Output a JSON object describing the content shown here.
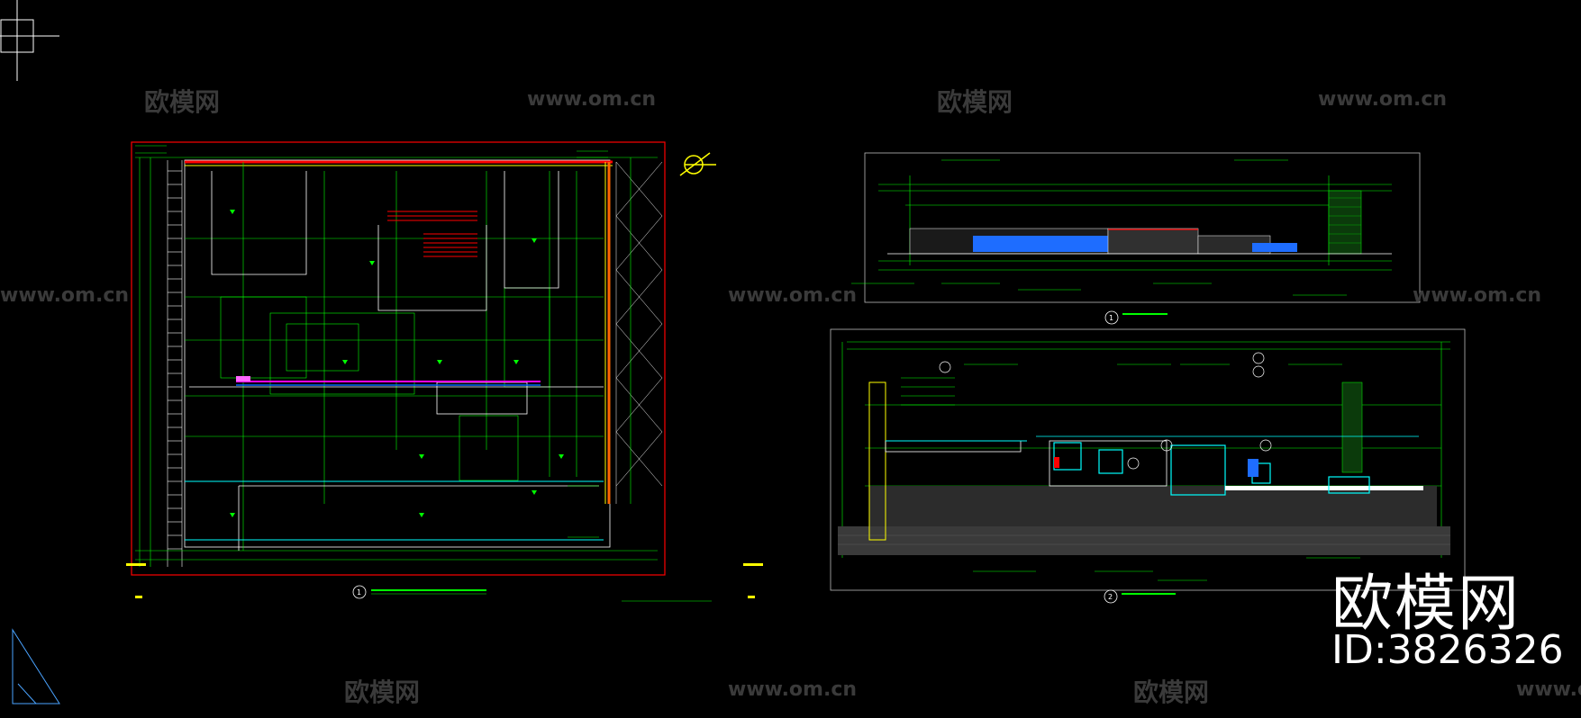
{
  "watermarks": {
    "brand": "欧模网",
    "url": "www.om.cn"
  },
  "logo": {
    "text": "欧模网",
    "id": "ID:3826326"
  },
  "drawings": {
    "plan_number": "1",
    "elevation_number": "1",
    "section_number": "2"
  },
  "colors": {
    "background": "#000000",
    "cad_green": "#00ff00",
    "cad_red": "#ff0000",
    "cad_yellow": "#ffff00",
    "cad_blue": "#0066ff",
    "cad_cyan": "#00ffff",
    "cad_white": "#ffffff",
    "cad_magenta": "#ff00ff"
  }
}
